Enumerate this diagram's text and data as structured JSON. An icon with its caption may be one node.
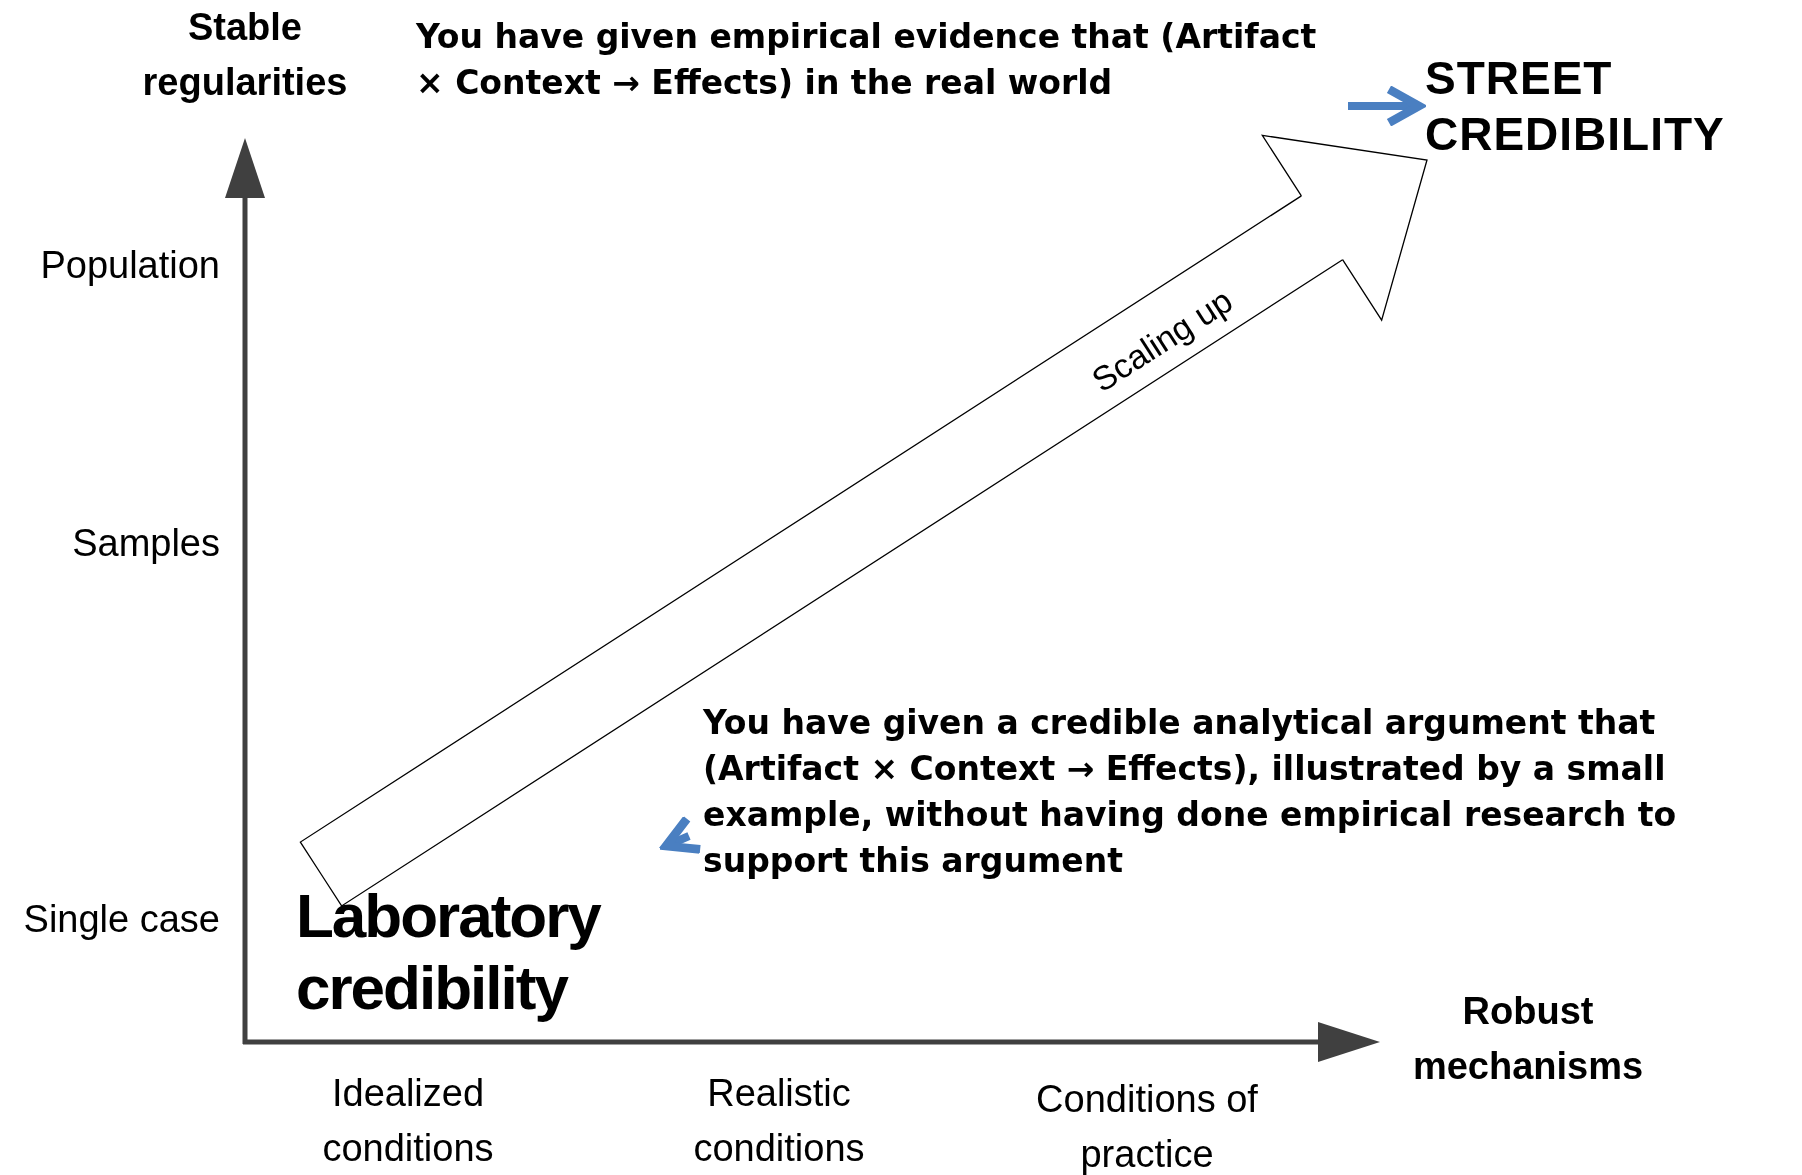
{
  "diagram": {
    "nodes": [
      {
        "text": [
          "Laboratory credibility"
        ]
      },
      {
        "text": [
          "You have given a credible analytical argument that (Artifact × Context → Effects), illustrated by a small example, without having done empirical research to support this argument"
        ]
      },
      {
        "text": [
          "STREET CREDIBILITY"
        ]
      },
      {
        "text": [
          "You have given empirical evidence that (Artifact × Context → Effects) in the real world"
        ]
      }
    ],
    "edges": [
      {
        "from": 1,
        "to": 0,
        "arrow": "to",
        "color": "#4a7fc1"
      },
      {
        "from": 3,
        "to": 2,
        "arrow": "to",
        "color": "#4a7fc1"
      },
      {
        "from": 0,
        "to": 2,
        "arrow": "to",
        "label": "Scaling up",
        "color": "#000000"
      }
    ],
    "labels": [
      "Stable regularities",
      "Population",
      "Samples",
      "Single case",
      "Idealized conditions",
      "Realistic conditions",
      "Conditions of practice",
      "Robust mechanisms"
    ]
  }
}
